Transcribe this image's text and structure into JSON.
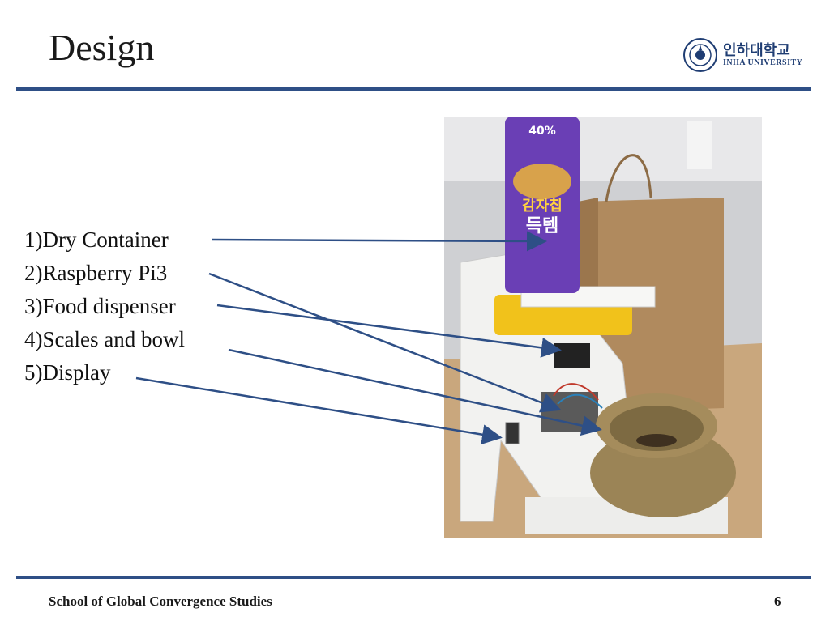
{
  "slide": {
    "title": "Design",
    "labels": [
      "1)Dry Container",
      "2)Raspberry Pi3",
      "3)Food dispenser",
      "4)Scales and bowl",
      "5)Display"
    ],
    "footer": "School of Global Convergence Studies",
    "page_number": "6"
  },
  "logo": {
    "korean": "인하대학교",
    "english": "INHA UNIVERSITY"
  },
  "photo": {
    "package_text_1": "40%",
    "package_text_2": "감자칩",
    "package_text_3": "득템"
  },
  "colors": {
    "accent_rule": "#2e4f86",
    "arrow": "#2e4f86"
  }
}
